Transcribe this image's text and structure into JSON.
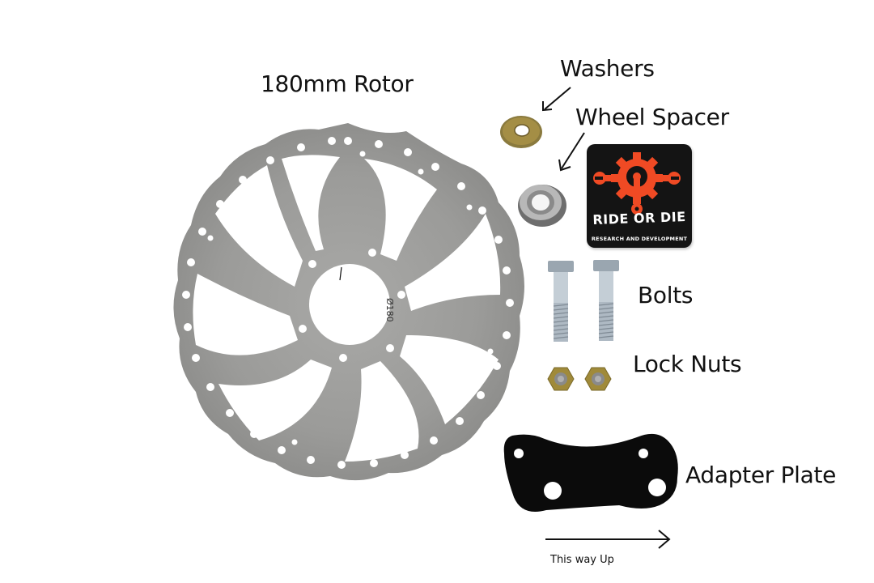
{
  "labels": {
    "rotor": "180mm Rotor",
    "washers": "Washers",
    "wheel_spacer": "Wheel Spacer",
    "bolts": "Bolts",
    "lock_nuts": "Lock Nuts",
    "adapter_plate": "Adapter Plate",
    "orientation": "This way Up"
  },
  "rotor": {
    "engraving": "Ø180",
    "color": "#9a9a98"
  },
  "sticker": {
    "brand": "RIDE OR DIE",
    "tagline": "RESEARCH AND DEVELOPMENT",
    "background": "#141414",
    "accent": "#f04a24"
  },
  "colors": {
    "background": "#ffffff",
    "plate": "#0a0a0a",
    "zinc_bolt": "#b7c2cc",
    "yellow_zinc": "#a08a3a"
  }
}
